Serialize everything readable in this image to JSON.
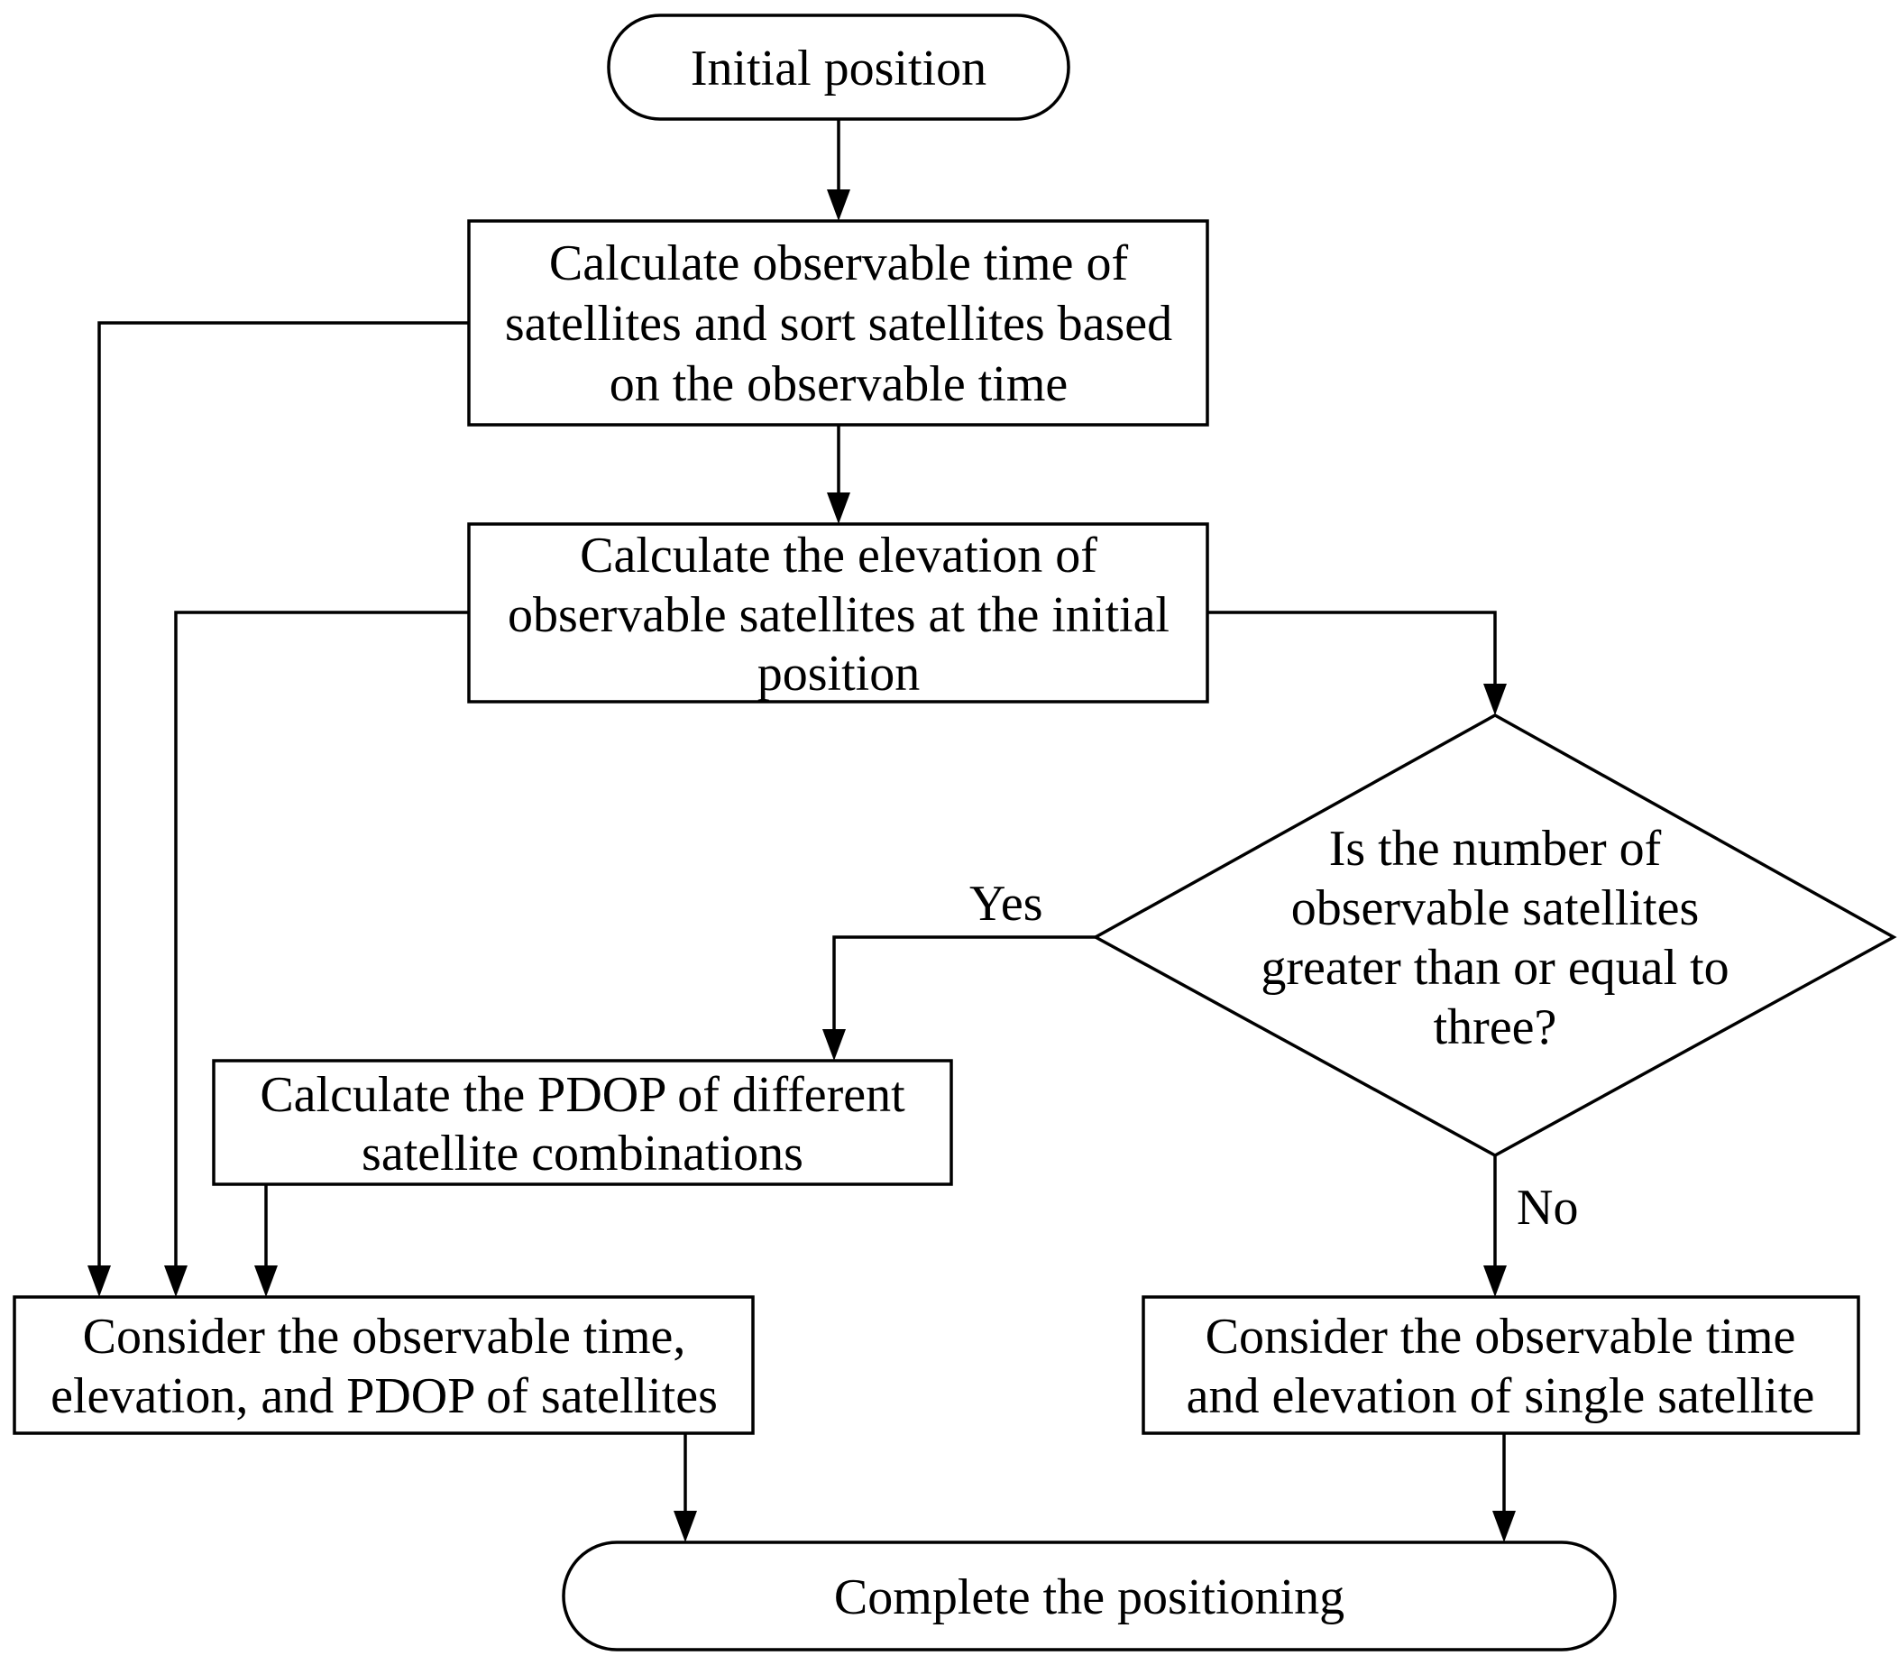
{
  "nodes": {
    "start": {
      "lines": [
        "Initial position"
      ]
    },
    "observable_time": {
      "lines": [
        "Calculate observable time of",
        "satellites and sort satellites based",
        "on the observable time"
      ]
    },
    "elevation": {
      "lines": [
        "Calculate the elevation  of",
        "observable satellites at the initial",
        "position"
      ]
    },
    "decision": {
      "lines": [
        "Is the number of",
        "observable satellites",
        "greater than or equal to",
        "three?"
      ]
    },
    "pdop": {
      "lines": [
        "Calculate the PDOP of different",
        "satellite combinations"
      ]
    },
    "consider_all": {
      "lines": [
        "Consider the observable time,",
        "elevation, and PDOP of satellites"
      ]
    },
    "consider_single": {
      "lines": [
        "Consider the observable time",
        "and elevation of single satellite"
      ]
    },
    "end": {
      "lines": [
        "Complete the positioning"
      ]
    }
  },
  "edge_labels": {
    "yes": "Yes",
    "no": "No"
  }
}
